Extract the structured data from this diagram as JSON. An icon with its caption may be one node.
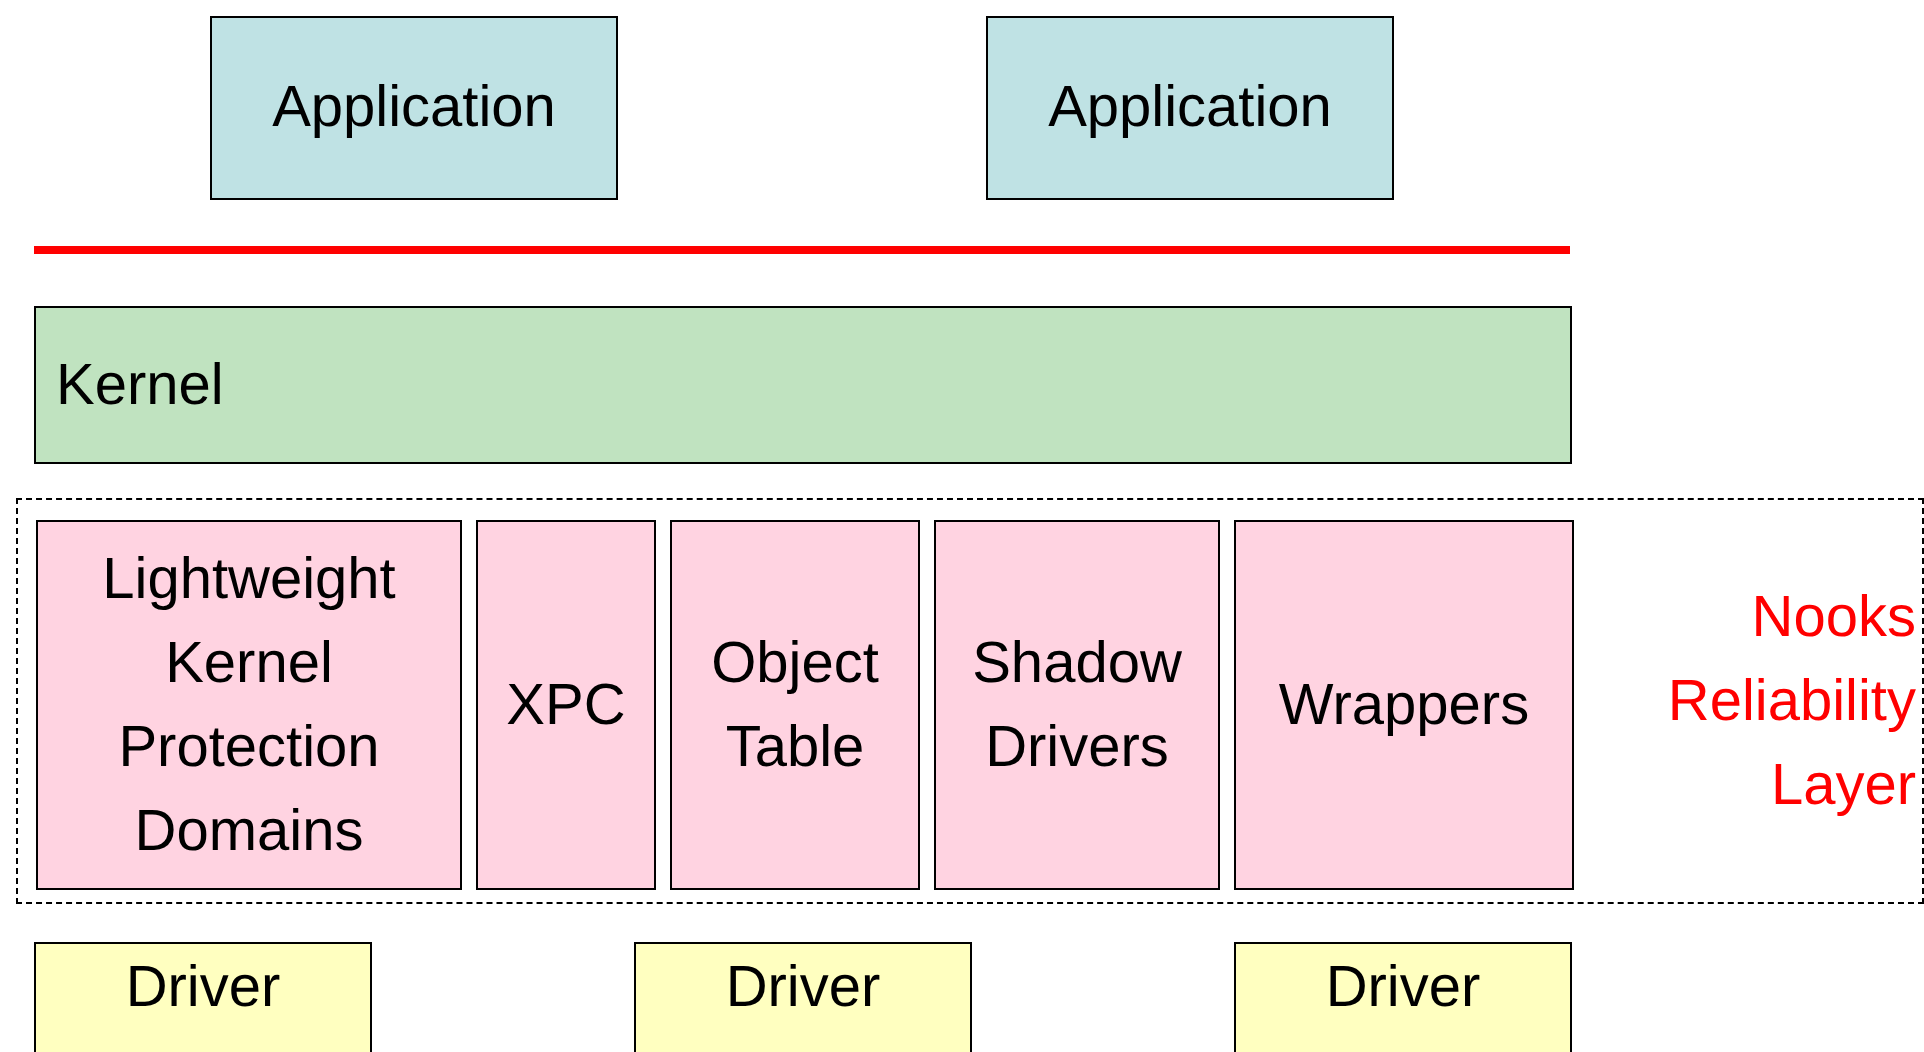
{
  "diagram": {
    "nodes": [
      {
        "text": [
          "Application"
        ]
      },
      {
        "text": [
          "Application"
        ]
      },
      {
        "text": [
          "Kernel"
        ]
      },
      {
        "text": [
          "Nooks Reliability Layer"
        ]
      },
      {
        "text": [
          "Lightweight Kernel Protection Domains"
        ],
        "in": 3
      },
      {
        "text": [
          "XPC"
        ],
        "in": 3
      },
      {
        "text": [
          "Object Table"
        ],
        "in": 3
      },
      {
        "text": [
          "Shadow Drivers"
        ],
        "in": 3
      },
      {
        "text": [
          "Wrappers"
        ],
        "in": 3
      },
      {
        "text": [
          "Driver"
        ]
      },
      {
        "text": [
          "Driver"
        ]
      },
      {
        "text": [
          "Driver"
        ]
      }
    ]
  }
}
